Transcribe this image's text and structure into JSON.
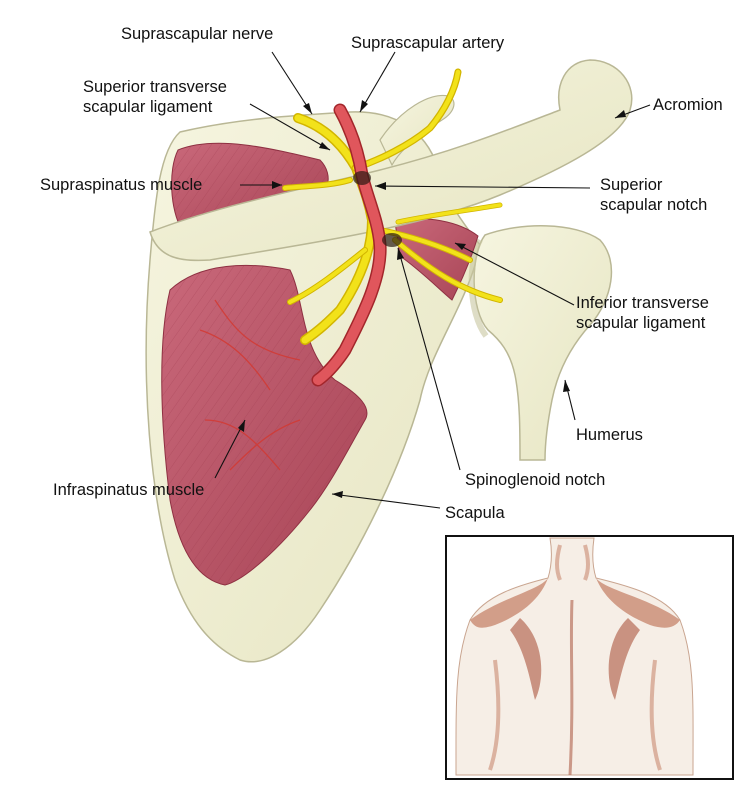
{
  "labels": {
    "suprascapular_nerve": "Suprascapular nerve",
    "suprascapular_artery": "Suprascapular artery",
    "superior_transverse_ligament": [
      "Superior transverse",
      "scapular ligament"
    ],
    "acromion": "Acromion",
    "supraspinatus_muscle": "Supraspinatus muscle",
    "superior_scapular_notch": [
      "Superior",
      "scapular notch"
    ],
    "inferior_transverse_ligament": [
      "Inferior transverse",
      "scapular ligament"
    ],
    "humerus": "Humerus",
    "spinoglenoid_notch": "Spinoglenoid notch",
    "infraspinatus_muscle": "Infraspinatus muscle",
    "scapula": "Scapula"
  },
  "colors": {
    "bone": "#f1f0d6",
    "bone_shade": "#d9d8b4",
    "muscle": "#c05a6a",
    "muscle_dark": "#9e3a4c",
    "nerve": "#f2e21a",
    "artery": "#e0565c",
    "inset_skin": "#f6eee6",
    "inset_shadow": "#b9735f"
  }
}
